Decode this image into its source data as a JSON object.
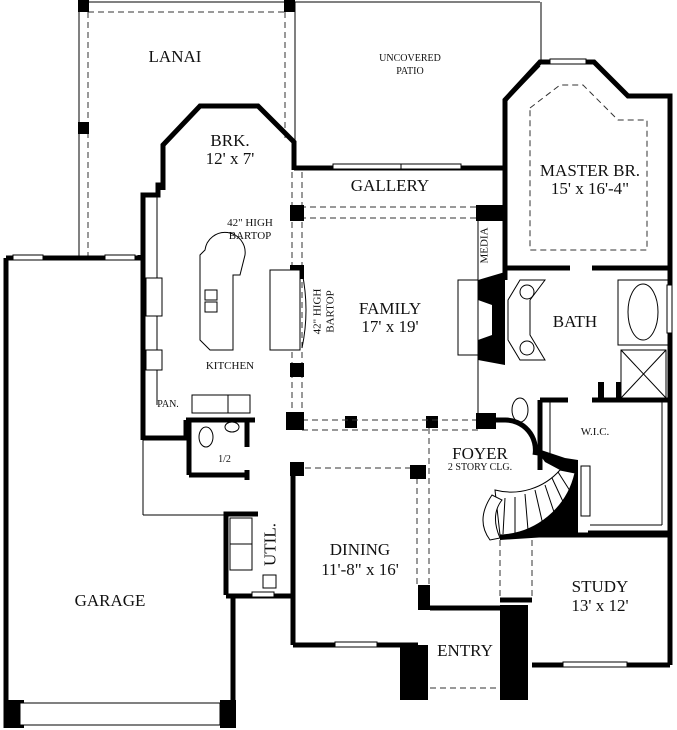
{
  "floor_plan": {
    "title": "",
    "rooms": [
      {
        "id": "lanai",
        "name": "LANAI",
        "size": ""
      },
      {
        "id": "uncovered-patio",
        "name": "UNCOVERED",
        "name2": "PATIO",
        "size": ""
      },
      {
        "id": "breakfast",
        "name": "BRK.",
        "size": "12' x 7'"
      },
      {
        "id": "gallery",
        "name": "GALLERY",
        "size": ""
      },
      {
        "id": "master-bedroom",
        "name": "MASTER BR.",
        "size": "15' x 16'-4\""
      },
      {
        "id": "kitchen",
        "name": "KITCHEN",
        "size": ""
      },
      {
        "id": "family",
        "name": "FAMILY",
        "size": "17' x 19'"
      },
      {
        "id": "media",
        "name": "MEDIA",
        "size": ""
      },
      {
        "id": "bath",
        "name": "BATH",
        "size": ""
      },
      {
        "id": "pantry",
        "name": "PAN.",
        "size": ""
      },
      {
        "id": "half-bath",
        "name": "1/2",
        "size": ""
      },
      {
        "id": "wic",
        "name": "W.I.C.",
        "size": ""
      },
      {
        "id": "foyer",
        "name": "FOYER",
        "size": "2 STORY CLG."
      },
      {
        "id": "utility",
        "name": "UTIL.",
        "size": ""
      },
      {
        "id": "dining",
        "name": "DINING",
        "size": "11'-8\" x 16'"
      },
      {
        "id": "garage",
        "name": "GARAGE",
        "size": ""
      },
      {
        "id": "study",
        "name": "STUDY",
        "size": "13' x 12'"
      },
      {
        "id": "entry",
        "name": "ENTRY",
        "size": ""
      }
    ],
    "annotations": [
      {
        "id": "kitchen-bartop",
        "line1": "42\" HIGH",
        "line2": "BARTOP"
      },
      {
        "id": "family-bartop",
        "line1": "42\" HIGH",
        "line2": "BARTOP"
      }
    ],
    "colors": {
      "wall": "#000000",
      "background": "#ffffff",
      "dashed": "#333333"
    }
  }
}
